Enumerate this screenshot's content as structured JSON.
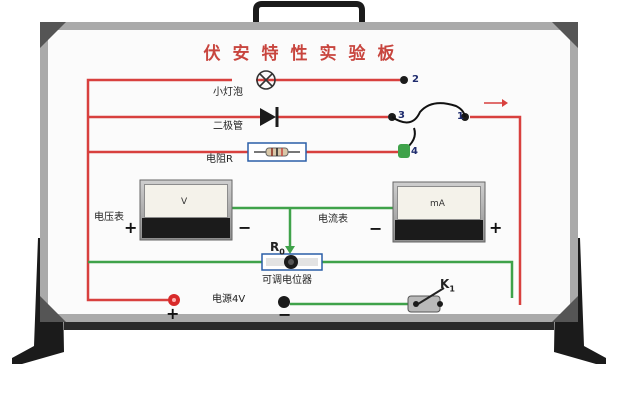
{
  "board": {
    "title": "伏安特性实验板",
    "colors": {
      "red_wire": "#d8403e",
      "green_wire": "#3fa24a",
      "frame": "#9a9a9a",
      "stand": "#1b1b1b",
      "label_blue": "#1f2c6e"
    }
  },
  "components": {
    "lamp": "小灯泡",
    "diode": "二极管",
    "resistor": "电阻R",
    "voltmeter": "电压表",
    "voltmeter_unit": "V",
    "ammeter": "电流表",
    "ammeter_unit": "mA",
    "potentiometer": "可调电位器",
    "potentiometer_symbol": "R",
    "potentiometer_subscript": "0",
    "power": "电源4V",
    "switch": "K",
    "switch_subscript": "1"
  },
  "terminals": [
    "1",
    "2",
    "3",
    "4"
  ],
  "polarity": {
    "plus": "+",
    "minus": "−"
  },
  "icons": [
    "lamp-icon",
    "diode-icon",
    "resistor-icon",
    "arrow-right-icon",
    "knob-icon",
    "switch-icon"
  ]
}
